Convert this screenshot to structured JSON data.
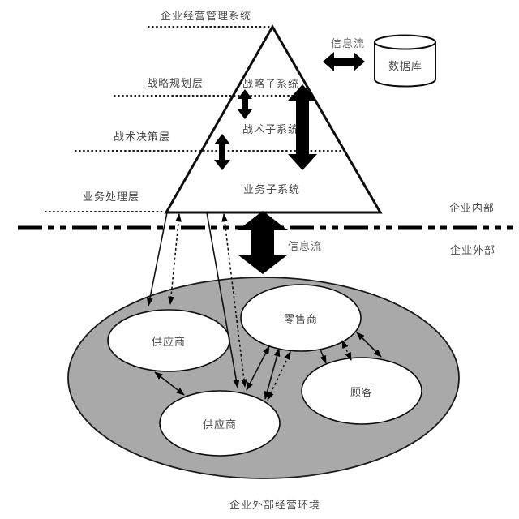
{
  "diagram": {
    "title": "企业经营管理系统",
    "pyramid": {
      "layers": [
        {
          "label": "战略规划层",
          "subsystem": "战略子系统"
        },
        {
          "label": "战术决策层",
          "subsystem": "战术子系统"
        },
        {
          "label": "业务处理层",
          "subsystem": "业务子系统"
        }
      ]
    },
    "database": {
      "flow_label": "信息流",
      "name": "数据库"
    },
    "boundary": {
      "inside_label": "企业内部",
      "outside_label": "企业外部"
    },
    "external_flow_label": "信息流",
    "environment": {
      "caption": "企业外部经营环境",
      "entities": {
        "supplier_left": "供应商",
        "retailer": "零售商",
        "customer": "顾客",
        "supplier_bottom": "供应商"
      }
    },
    "colors": {
      "environment_fill": "#a9a9a9",
      "entity_fill": "#ffffff",
      "line": "#111111",
      "arrow": "#000000",
      "label_text": "#4a4a4a",
      "flow_text": "#5f5f5f"
    }
  }
}
